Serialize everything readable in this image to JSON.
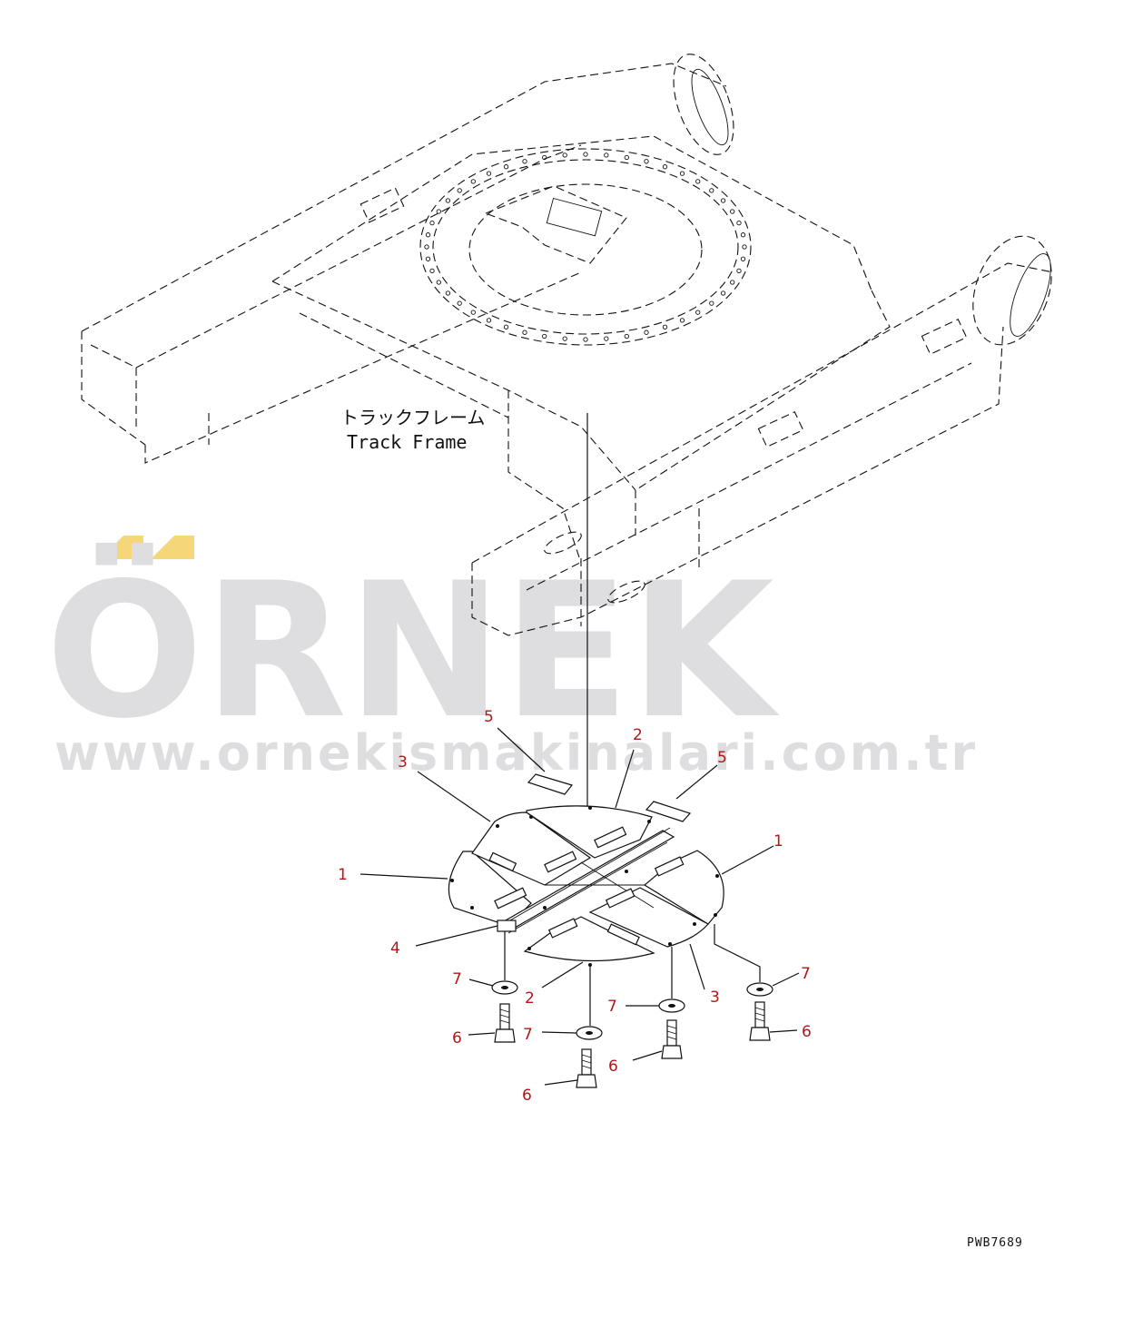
{
  "watermark": {
    "brand": "ÖRNEK",
    "url": "www.ornekismakinalari.com.tr",
    "accent_color": "#f5d77a",
    "text_color": "#dedde0"
  },
  "frame_label": {
    "japanese": "トラックフレーム",
    "english": "Track Frame"
  },
  "callouts": [
    {
      "id": "c1a",
      "num": "1"
    },
    {
      "id": "c1b",
      "num": "1"
    },
    {
      "id": "c2a",
      "num": "2"
    },
    {
      "id": "c2b",
      "num": "2"
    },
    {
      "id": "c3a",
      "num": "3"
    },
    {
      "id": "c3b",
      "num": "3"
    },
    {
      "id": "c4",
      "num": "4"
    },
    {
      "id": "c5a",
      "num": "5"
    },
    {
      "id": "c5b",
      "num": "5"
    },
    {
      "id": "c6a",
      "num": "6"
    },
    {
      "id": "c6b",
      "num": "6"
    },
    {
      "id": "c6c",
      "num": "6"
    },
    {
      "id": "c6d",
      "num": "6"
    },
    {
      "id": "c7a",
      "num": "7"
    },
    {
      "id": "c7b",
      "num": "7"
    },
    {
      "id": "c7c",
      "num": "7"
    },
    {
      "id": "c7d",
      "num": "7"
    }
  ],
  "callout_color": "#b01818",
  "drawing_code": "PWB7689"
}
